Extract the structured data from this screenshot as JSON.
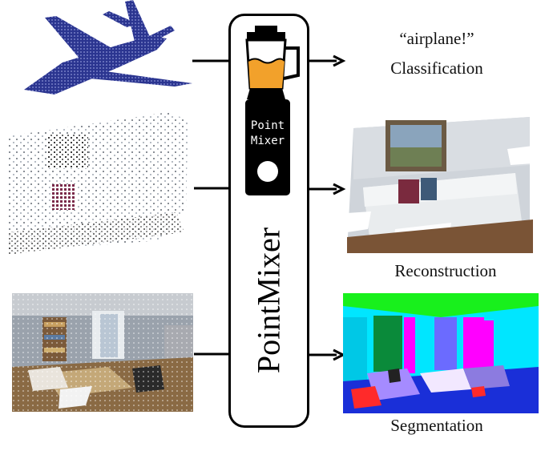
{
  "center": {
    "title": "PointMixer",
    "blender_label_line1": "Point",
    "blender_label_line2": "Mixer"
  },
  "outputs": {
    "classification_quote": "“airplane!”",
    "classification": "Classification",
    "reconstruction": "Reconstruction",
    "segmentation": "Segmentation"
  },
  "inputs": [
    "airplane-point-cloud",
    "sparse-room-point-cloud",
    "dense-office-point-cloud"
  ],
  "colors": {
    "plane": "#1f2a78",
    "juice": "#f2a12b",
    "wall": "#d7dce2",
    "seg_ceiling": "#18f01c",
    "seg_wall": "#00ffff",
    "seg_magenta": "#ff00ff"
  }
}
